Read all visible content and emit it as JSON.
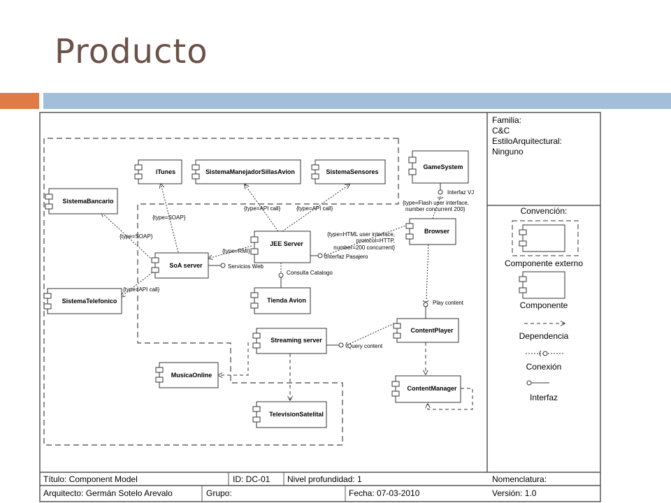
{
  "slide": {
    "title": "Producto",
    "colors": {
      "title": "#6b5248",
      "accent_orange": "#e07b45",
      "accent_blue": "#a2bfd9"
    }
  },
  "components": {
    "itunes": "iTunes",
    "sillas": "SistemaManejadorSillasAvion",
    "sensores": "SistemaSensores",
    "gamesystem": "GameSystem",
    "bancario": "SistemaBancario",
    "soa": "SoA server",
    "jee": "JEE Server",
    "browser": "Browser",
    "telefonico": "SistemaTelefonico",
    "tienda": "Tienda Avion",
    "contentplayer": "ContentPlayer",
    "streaming": "Streaming server",
    "musica": "MusicaOnline",
    "contentmanager": "ContentManager",
    "television": "TelevisionSatelital"
  },
  "labels": {
    "soap_itunes": "{type=SOAP}",
    "soap_bancario": "{type=SOAP}",
    "rmi": "{type=RMI}",
    "api_sillas": "{type=API call}",
    "api_sensores": "{type=API call}",
    "api_telefonico": "{type=API call}",
    "flash_1": "{type=Flash user interface,",
    "flash_2": "number concurrent 200}",
    "html_1": "{type=HTML user interface,",
    "html_2": "protocol=HTTP,",
    "html_3": "number=200 concurrent}",
    "interfaz_vj": "Interfaz VJ",
    "interfaz_pasajero": "Interfaz Pasajero",
    "servicios_web": "Servicios Web",
    "consulta_catalogo": "Consulta Catalogo",
    "play_content": "Play content",
    "query_content": "Query content"
  },
  "info": {
    "familia": "Familia:",
    "cc": "C&C",
    "estilo": "EstiloArquitectural:",
    "ninguno": "Ninguno"
  },
  "legend": {
    "title": "Convención:",
    "externo": "Componente externo",
    "componente": "Componente",
    "dependencia": "Dependencia",
    "conexion": "Conexión",
    "interfaz": "Interfaz"
  },
  "footer": {
    "titulo": "Título: Component Model",
    "id": "ID: DC-01",
    "nivel": "Nivel profundidad: 1",
    "nomenclatura": "Nomenclatura:",
    "arquitecto": "Arquitecto: Germán Sotelo Arevalo",
    "grupo": "Grupo:",
    "fecha": "Fecha: 07-03-2010",
    "version": "Versión: 1.0"
  }
}
